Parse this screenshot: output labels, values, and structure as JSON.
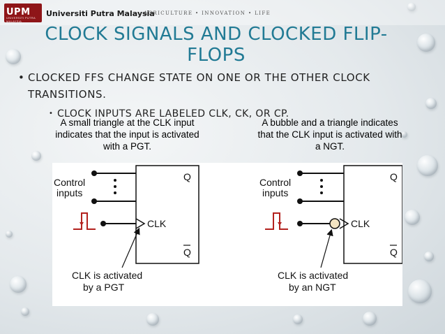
{
  "header": {
    "logo": "UPM",
    "logo_sub": "UNIVERSITI PUTRA MALAYSIA",
    "university": "Universiti Putra Malaysia",
    "motto": "AGRICULTURE • INNOVATION • LIFE"
  },
  "slide": {
    "title_line1": "CLOCK SIGNALS AND CLOCKED FLIP-",
    "title_line2": "FLOPS",
    "bullet1": "CLOCKED FFS CHANGE STATE ON ONE OR THE OTHER CLOCK TRANSITIONS.",
    "bullet2": "CLOCK INPUTS ARE LABELED CLK, CK, OR CP.",
    "bullet_glyph": "•"
  },
  "captions": {
    "left": "A small triangle at the CLK input indicates that the input is activated with a PGT.",
    "right": "A bubble and a triangle indicates that the CLK input is activated with a NGT."
  },
  "diagram_left": {
    "control_line1": "Control",
    "control_line2": "inputs",
    "q": "Q",
    "qbar": "Q",
    "clk": "CLK",
    "note_line1": "CLK is activated",
    "note_line2": "by a PGT"
  },
  "diagram_right": {
    "control_line1": "Control",
    "control_line2": "inputs",
    "q": "Q",
    "qbar": "Q",
    "clk": "CLK",
    "note_line1": "CLK is activated",
    "note_line2": "by an NGT"
  },
  "colors": {
    "title": "#217a94",
    "logo_red": "#8e1518",
    "bubble_fill": "#f3e4c2",
    "pulse_red": "#b3221e"
  }
}
